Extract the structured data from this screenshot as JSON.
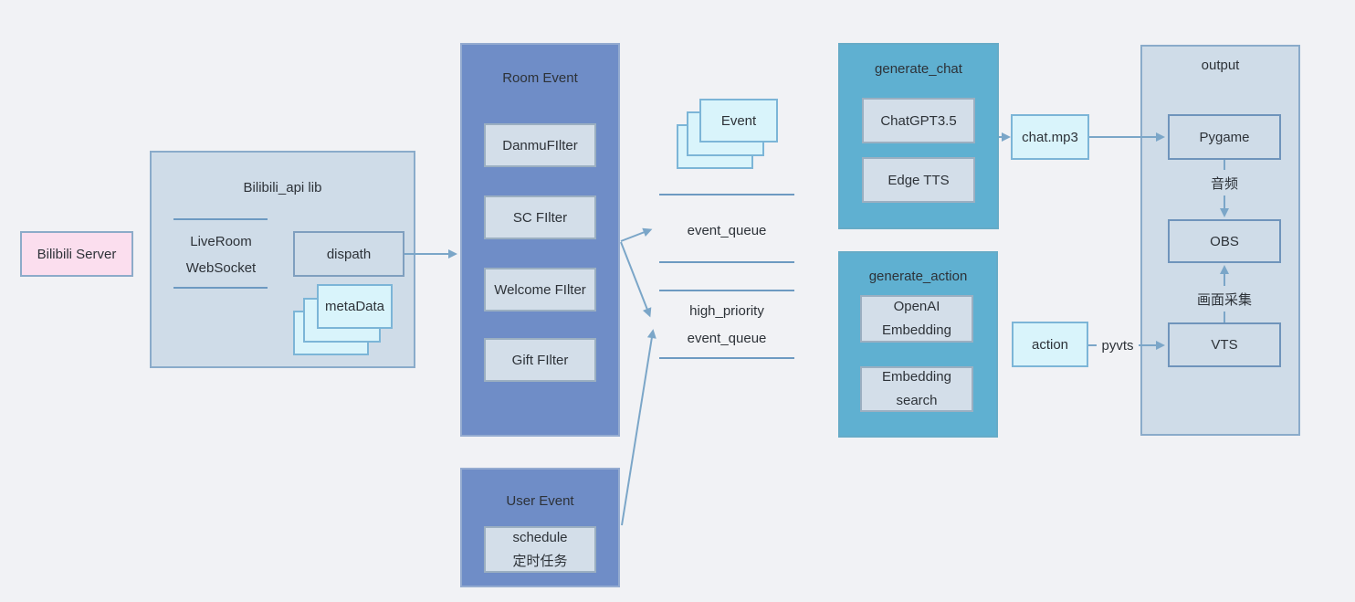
{
  "colors": {
    "background": "#f1f2f5",
    "container_fill": "#cfdce8",
    "container_border": "#8aabca",
    "blue_box_fill": "#6f8dc7",
    "teal_box_fill": "#5fb0d1",
    "item_fill": "#d3dee9",
    "item_border": "#9bafc1",
    "cyan_fill": "#d9f4fb",
    "cyan_border": "#7cb5d7",
    "pink_fill": "#fbdeee",
    "wire": "#7ba6c8",
    "queue_line": "#6d9ac1",
    "text": "#2d3238"
  },
  "nodes": {
    "bilibili_server": {
      "label": "Bilibili Server"
    },
    "api_lib": {
      "title": "Bilibili_api lib",
      "websocket": {
        "line1": "LiveRoom",
        "line2": "WebSocket"
      },
      "dispath": {
        "label": "dispath"
      },
      "metadata": {
        "label": "metaData"
      }
    },
    "room_event": {
      "title": "Room Event",
      "filters": [
        {
          "label": "DanmuFIlter"
        },
        {
          "label": "SC FIlter"
        },
        {
          "label": "Welcome FIlter"
        },
        {
          "label": "Gift FIlter"
        }
      ]
    },
    "user_event": {
      "title": "User Event",
      "schedule": {
        "line1": "schedule",
        "line2": "定时任务"
      }
    },
    "event_stack": {
      "label": "Event"
    },
    "queues": {
      "event_queue": {
        "label": "event_queue"
      },
      "high_priority_queue": {
        "line1": "high_priority",
        "line2": "event_queue"
      }
    },
    "generate_chat": {
      "title": "generate_chat",
      "chatgpt": {
        "label": "ChatGPT3.5"
      },
      "edge_tts": {
        "label": "Edge TTS"
      }
    },
    "chat_mp3": {
      "label": "chat.mp3"
    },
    "generate_action": {
      "title": "generate_action",
      "openai_embedding": {
        "line1": "OpenAI",
        "line2": "Embedding"
      },
      "embedding_search": {
        "line1": "Embedding",
        "line2": "search"
      }
    },
    "action": {
      "label": "action"
    },
    "wire_labels": {
      "pyvts": "pyvts",
      "audio": "音频",
      "screen_capture": "画面采集"
    },
    "output": {
      "title": "output",
      "pygame": {
        "label": "Pygame"
      },
      "obs": {
        "label": "OBS"
      },
      "vts": {
        "label": "VTS"
      }
    }
  }
}
